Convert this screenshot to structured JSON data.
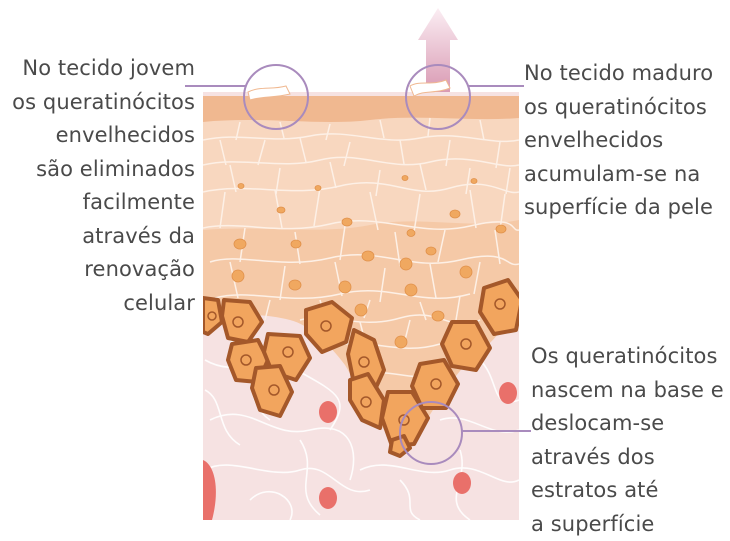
{
  "labels": {
    "left": [
      "No tecido jovem",
      "os queratinócitos",
      "envelhecidos",
      "são eliminados",
      "facilmente",
      "através da",
      "renovação",
      "celular"
    ],
    "right_top": [
      "No tecido maduro",
      "os queratinócitos",
      "envelhecidos",
      "acumulam-se na",
      "superfície da pele"
    ],
    "right_bottom": [
      "Os queratinócitos",
      "nascem na base e",
      "deslocam-se",
      "através dos",
      "estratos até",
      "a superfície"
    ]
  },
  "colors": {
    "text": "#4a4a4a",
    "leader_line": "#a98bbd",
    "stratum_corneum": "#f0b890",
    "upper_cells": "#f8d7bf",
    "mid_cells": "#f5c9a7",
    "nucleus": "#f0a860",
    "basal_cell_border": "#a4582a",
    "basal_cell_fill": "#f2a55e",
    "dermis": "#f6e2e2",
    "dermis_fibers": "#ffffff",
    "blood_cell": "#e9706a",
    "arrow_top": "#f8e8ee",
    "arrow_bottom": "#d99ab3"
  }
}
